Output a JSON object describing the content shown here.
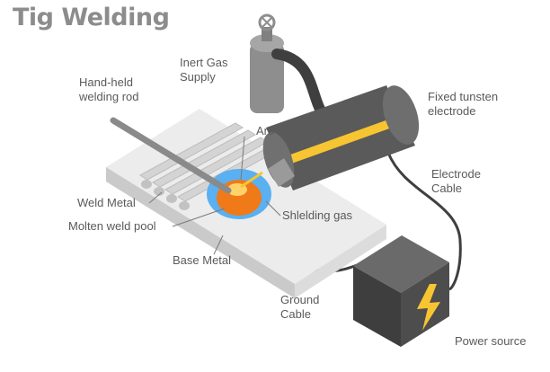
{
  "title": "Tig Welding",
  "labels": {
    "inert_gas": "Inert Gas\nSupply",
    "welding_rod": "Hand-held\nwelding rod",
    "electrode": "Fixed tunsten\nelectrode",
    "arc": "Arc",
    "electrode_cable": "Electrode\nCable",
    "weld_metal": "Weld Metal",
    "molten_pool": "Molten weld pool",
    "shielding_gas": "Shlelding gas",
    "base_metal": "Base Metal",
    "ground_cable": "Ground\nCable",
    "power_source": "Power source"
  },
  "colors": {
    "plate_top": "#e9e9e9",
    "plate_side": "#c9c9c9",
    "cylinder": "#8e8e8e",
    "cable": "#3f3f3f",
    "torch": "#5a5a5a",
    "electrode_yellow": "#f7c531",
    "shield_blue": "#5ab0f0",
    "molten_orange": "#f07a18",
    "power_box": "#4d4d4d",
    "bolt": "#f7c531",
    "label_text": "#5a5a5a",
    "title_text": "#8c8c8c"
  },
  "icons": [
    "gas-valve-icon",
    "lightning-bolt-icon"
  ]
}
